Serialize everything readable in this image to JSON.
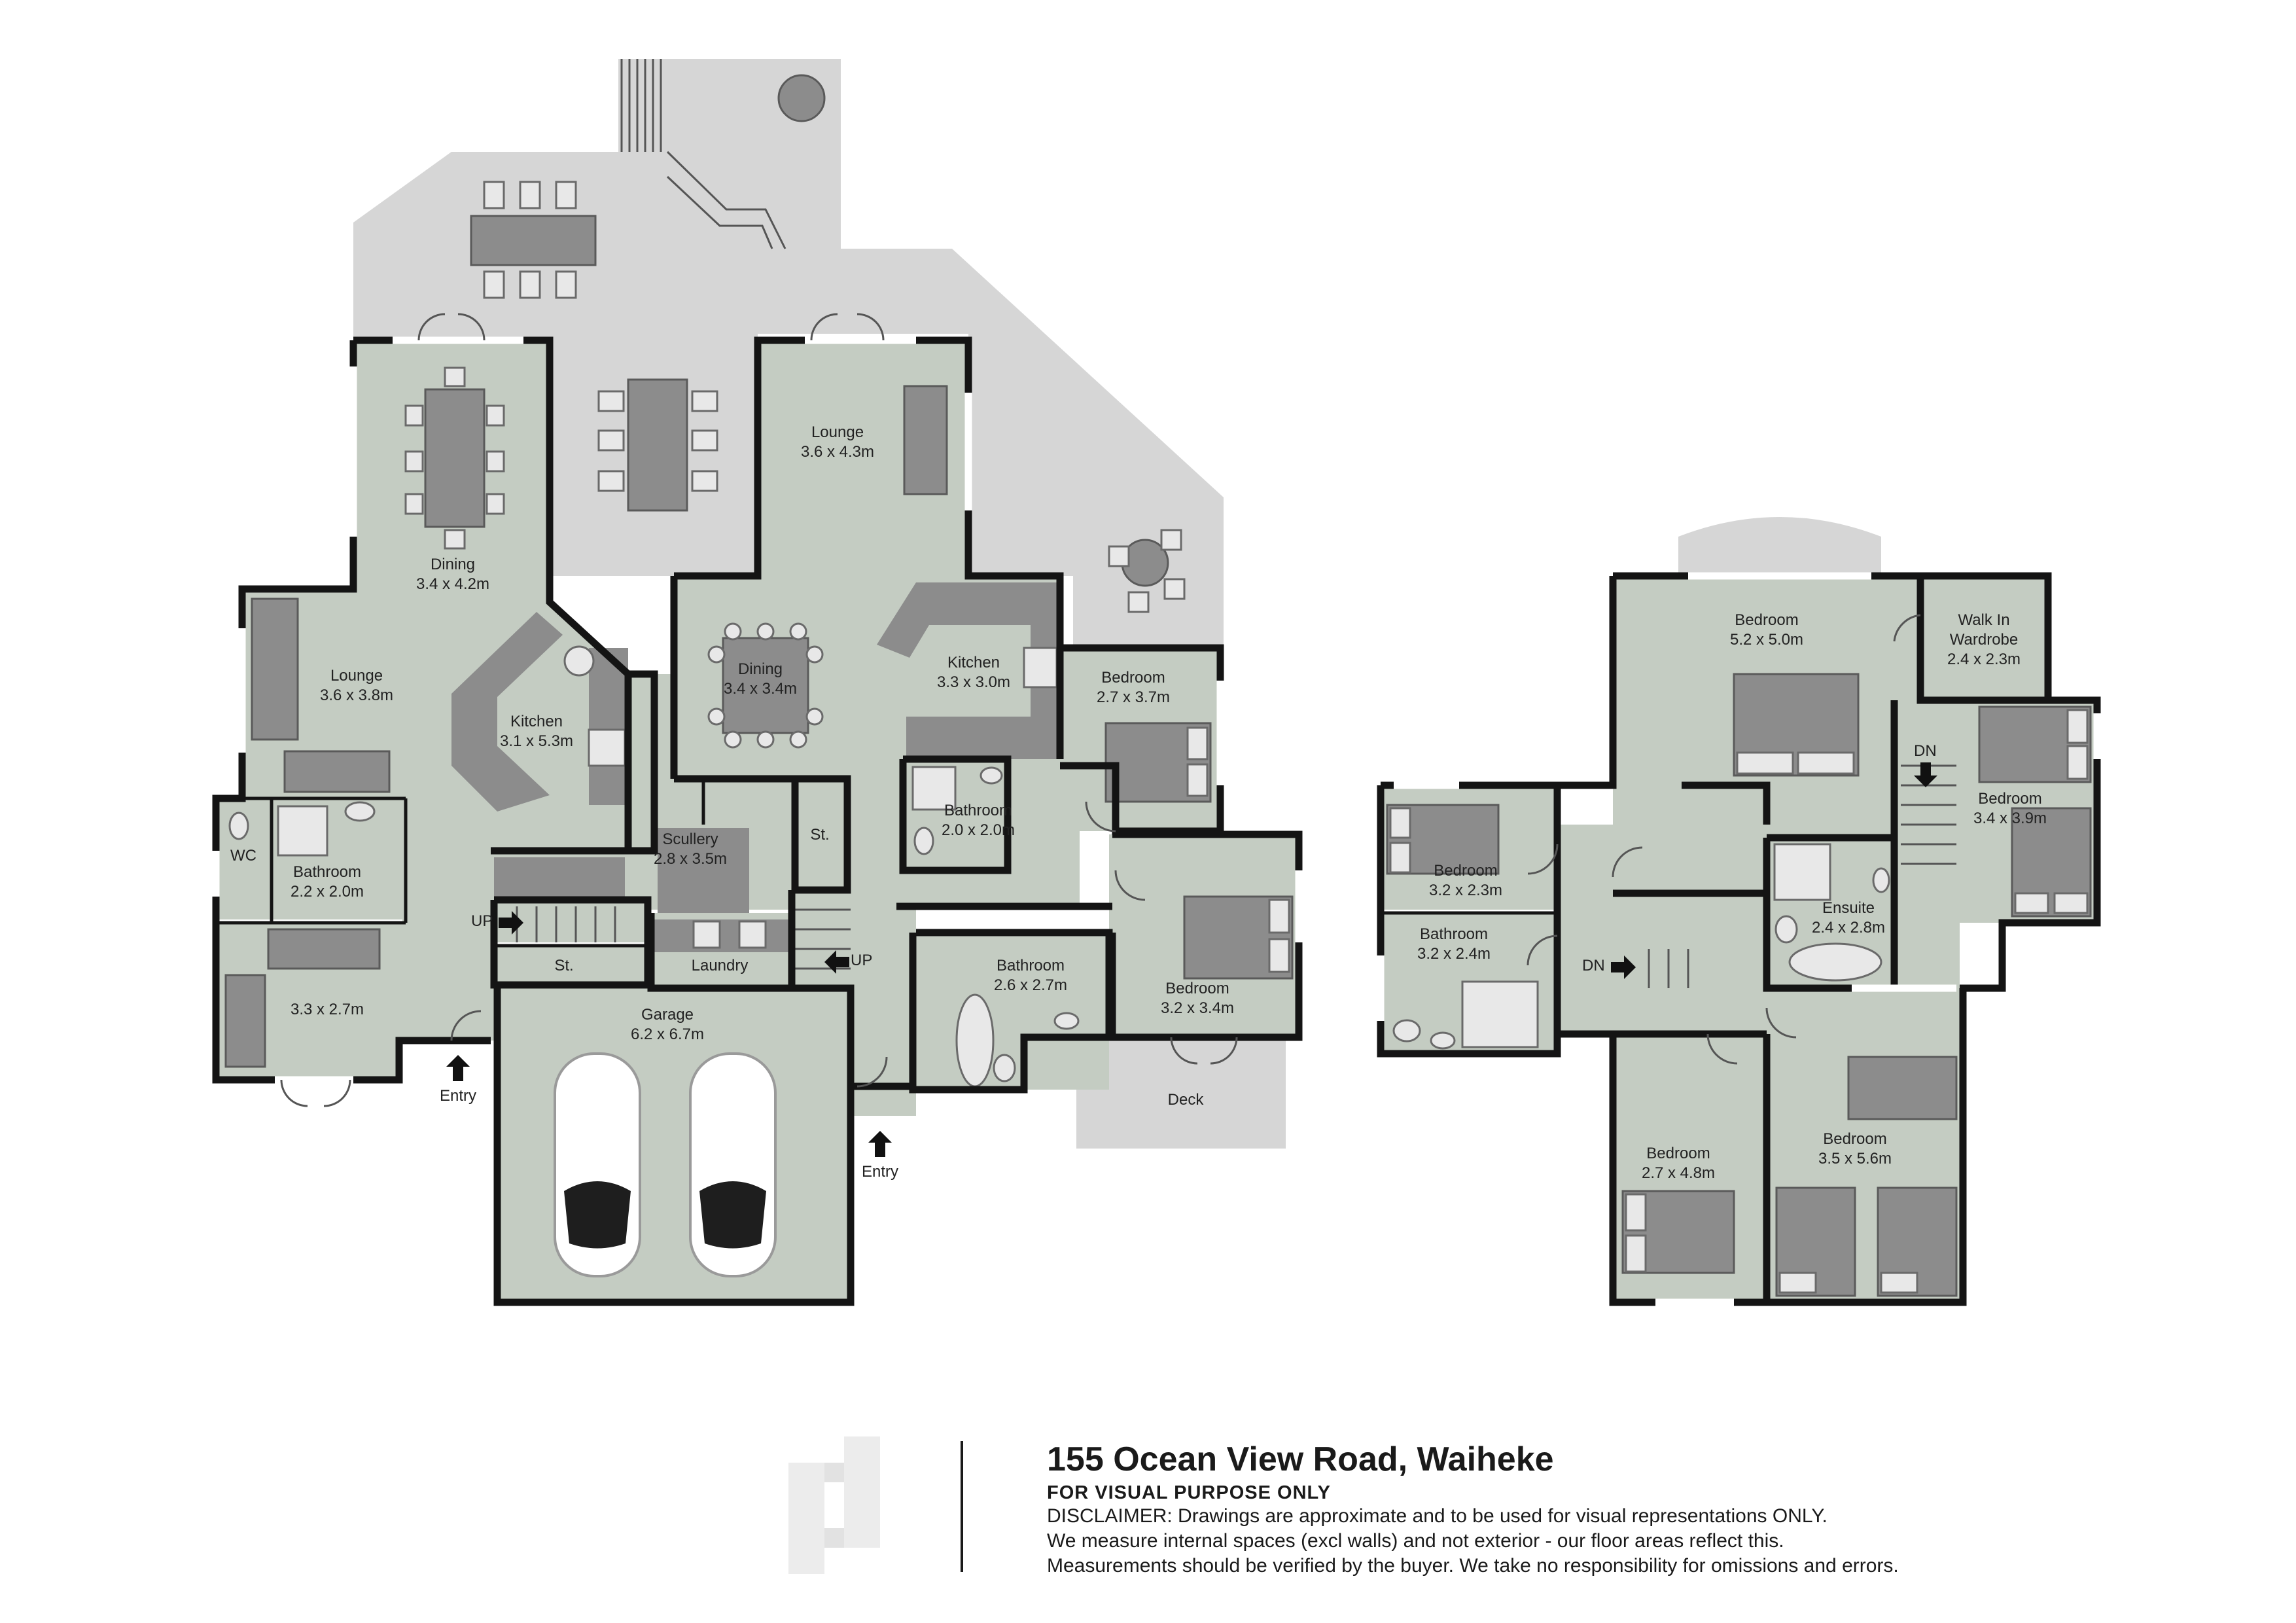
{
  "colors": {
    "room_fill": "#c4ccc2",
    "outdoor_fill": "#d6d6d6",
    "furniture": "#8c8c8c",
    "wall": "#141414"
  },
  "rooms": {
    "dining_left": {
      "name": "Dining",
      "dim": "3.4 x 4.2m"
    },
    "lounge_left": {
      "name": "Lounge",
      "dim": "3.6 x 3.8m"
    },
    "kitchen_left": {
      "name": "Kitchen",
      "dim": "3.1 x 5.3m"
    },
    "wc": {
      "name": "WC"
    },
    "bathroom_left": {
      "name": "Bathroom",
      "dim": "2.2 x 2.0m"
    },
    "family": {
      "dim": "3.3 x 2.7m"
    },
    "scullery": {
      "name": "Scullery",
      "dim": "2.8 x 3.5m"
    },
    "store_a": {
      "name": "St."
    },
    "store_b": {
      "name": "St."
    },
    "laundry": {
      "name": "Laundry"
    },
    "garage": {
      "name": "Garage",
      "dim": "6.2 x 6.7m"
    },
    "lounge_right": {
      "name": "Lounge",
      "dim": "3.6 x 4.3m"
    },
    "dining_right": {
      "name": "Dining",
      "dim": "3.4 x 3.4m"
    },
    "kitchen_right": {
      "name": "Kitchen",
      "dim": "3.3 x 3.0m"
    },
    "bathroom_mid": {
      "name": "Bathroom",
      "dim": "2.0 x 2.0m"
    },
    "bedroom_g1": {
      "name": "Bedroom",
      "dim": "2.7 x 3.7m"
    },
    "bathroom_g2": {
      "name": "Bathroom",
      "dim": "2.6 x 2.7m"
    },
    "bedroom_g2": {
      "name": "Bedroom",
      "dim": "3.2 x 3.4m"
    },
    "deck": {
      "name": "Deck"
    },
    "bed_master": {
      "name": "Bedroom",
      "dim": "5.2 x 5.0m"
    },
    "wardrobe": {
      "name_line1": "Walk In",
      "name_line2": "Wardrobe",
      "dim": "2.4 x 2.3m"
    },
    "bed_u1": {
      "name": "Bedroom",
      "dim": "3.4 x 3.9m"
    },
    "bed_u2": {
      "name": "Bedroom",
      "dim": "3.2 x 2.3m"
    },
    "bath_u": {
      "name": "Bathroom",
      "dim": "3.2 x 2.4m"
    },
    "ensuite": {
      "name": "Ensuite",
      "dim": "2.4 x 2.8m"
    },
    "bed_u3": {
      "name": "Bedroom",
      "dim": "2.7 x 4.8m"
    },
    "bed_u4": {
      "name": "Bedroom",
      "dim": "3.5 x 5.6m"
    }
  },
  "markers": {
    "up": "UP",
    "dn": "DN",
    "entry": "Entry"
  },
  "footer": {
    "address": "155 Ocean View Road, Waiheke",
    "subtitle": "FOR VISUAL PURPOSE ONLY",
    "disclaimer_1": "DISCLAIMER:  Drawings are approximate and to be used for visual representations ONLY.",
    "disclaimer_2": "We measure internal spaces (excl walls) and not exterior - our floor areas reflect this.",
    "disclaimer_3": "Measurements should be verified by the buyer. We take no responsibility for omissions and errors."
  }
}
